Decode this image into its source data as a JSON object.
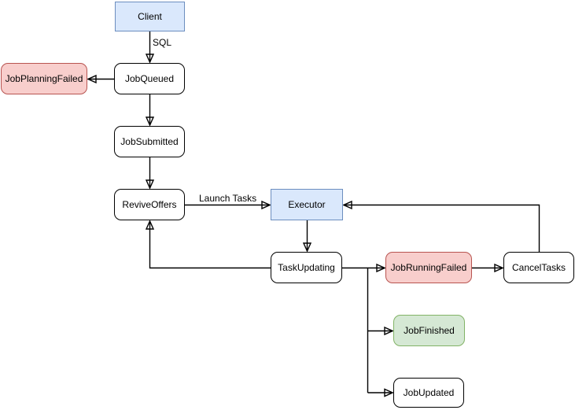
{
  "diagram": {
    "nodes": {
      "client": {
        "label": "Client"
      },
      "job_planning_failed": {
        "label": "JobPlanningFailed"
      },
      "job_queued": {
        "label": "JobQueued"
      },
      "job_submitted": {
        "label": "JobSubmitted"
      },
      "revive_offers": {
        "label": "ReviveOffers"
      },
      "executor": {
        "label": "Executor"
      },
      "task_updating": {
        "label": "TaskUpdating"
      },
      "job_running_failed": {
        "label": "JobRunningFailed"
      },
      "cancel_tasks": {
        "label": "CancelTasks"
      },
      "job_finished": {
        "label": "JobFinished"
      },
      "job_updated": {
        "label": "JobUpdated"
      }
    },
    "edge_labels": {
      "sql": "SQL",
      "launch_tasks": "Launch Tasks"
    },
    "edges": [
      {
        "from": "Client",
        "to": "JobQueued",
        "label": "SQL"
      },
      {
        "from": "JobQueued",
        "to": "JobPlanningFailed",
        "label": ""
      },
      {
        "from": "JobQueued",
        "to": "JobSubmitted",
        "label": ""
      },
      {
        "from": "JobSubmitted",
        "to": "ReviveOffers",
        "label": ""
      },
      {
        "from": "ReviveOffers",
        "to": "Executor",
        "label": "Launch Tasks"
      },
      {
        "from": "Executor",
        "to": "TaskUpdating",
        "label": ""
      },
      {
        "from": "TaskUpdating",
        "to": "ReviveOffers",
        "label": ""
      },
      {
        "from": "TaskUpdating",
        "to": "JobRunningFailed",
        "label": ""
      },
      {
        "from": "TaskUpdating",
        "to": "JobFinished",
        "label": ""
      },
      {
        "from": "TaskUpdating",
        "to": "JobUpdated",
        "label": ""
      },
      {
        "from": "JobRunningFailed",
        "to": "CancelTasks",
        "label": ""
      },
      {
        "from": "CancelTasks",
        "to": "Executor",
        "label": ""
      }
    ],
    "colors": {
      "client_executor_fill": "#dae8fc",
      "client_executor_border": "#6c8ebf",
      "failed_fill": "#f8cecc",
      "failed_border": "#b85450",
      "finished_fill": "#d5e8d4",
      "finished_border": "#82b366",
      "default_fill": "#ffffff",
      "default_border": "#000000",
      "edge_color": "#000000"
    }
  }
}
